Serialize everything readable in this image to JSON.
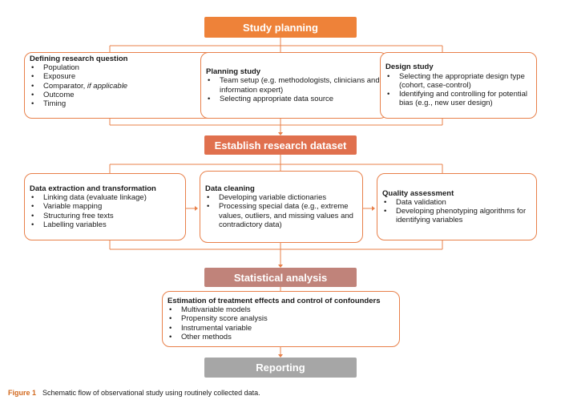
{
  "stages": {
    "study_planning": "Study planning",
    "establish_dataset": "Establish research dataset",
    "statistical_analysis": "Statistical analysis",
    "reporting": "Reporting"
  },
  "boxes": {
    "defining": {
      "title": "Defining research question",
      "items": [
        "Population",
        "Exposure",
        "Comparator, ",
        "Outcome",
        "Timing"
      ],
      "comparator_note": "if applicable"
    },
    "planning": {
      "title": "Planning study",
      "items": [
        "Team setup (e.g. methodologists, clinicians and information expert)",
        "Selecting appropriate data source"
      ]
    },
    "design": {
      "title": "Design study",
      "items": [
        "Selecting the appropriate design type (cohort, case-control)",
        "Identifying and controlling for potential bias (e.g., new user design)"
      ]
    },
    "extraction": {
      "title": "Data  extraction and transformation",
      "items": [
        "Linking data (evaluate linkage)",
        "Variable mapping",
        "Structuring free texts",
        "Labelling variables"
      ]
    },
    "cleaning": {
      "title": "Data cleaning",
      "items": [
        "Developing variable dictionaries",
        "Processing special data (e.g., extreme values, outliers, and missing values and contradictory data)"
      ]
    },
    "quality": {
      "title": "Quality assessment",
      "items": [
        "Data validation",
        "Developing phenotyping algorithms for identifying variables"
      ]
    },
    "estimation": {
      "title": "Estimation of treatment effects and control of confounders",
      "items": [
        "Multivariable models",
        "Propensity score analysis",
        "Instrumental variable",
        "Other methods"
      ]
    }
  },
  "caption": {
    "label": "Figure 1",
    "text": "Schematic flow of observational study using routinely collected data."
  },
  "colors": {
    "connector": "#e8804a",
    "study_planning": "#ee8239",
    "establish_dataset": "#e0704e",
    "statistical_analysis": "#c0837a",
    "reporting": "#a6a6a6",
    "caption_label": "#d2691e"
  }
}
